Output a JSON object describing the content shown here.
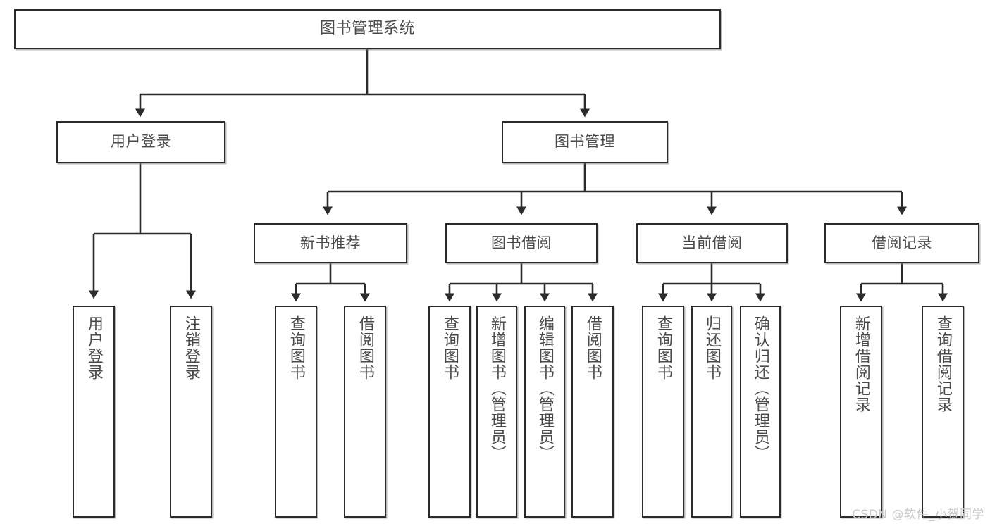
{
  "diagram": {
    "title": "图书管理系统",
    "type": "tree",
    "watermark": "CSDN @软件_小贺同学",
    "colors": {
      "stroke": "#2b2b2b",
      "text": "#4a4a4a",
      "background": "#ffffff",
      "watermark": "#c9c9c9"
    },
    "root": {
      "label": "图书管理系统"
    },
    "level2": [
      {
        "label": "用户登录"
      },
      {
        "label": "图书管理"
      }
    ],
    "level3": [
      {
        "label": "新书推荐"
      },
      {
        "label": "图书借阅"
      },
      {
        "label": "当前借阅"
      },
      {
        "label": "借阅记录"
      }
    ],
    "leaves": {
      "user_login": [
        {
          "label": "用户登录"
        },
        {
          "label": "注销登录"
        }
      ],
      "new_book_rec": [
        {
          "label": "查询图书"
        },
        {
          "label": "借阅图书"
        }
      ],
      "book_borrow": [
        {
          "label": "查询图书"
        },
        {
          "label": "新增图书（管理员）"
        },
        {
          "label": "编辑图书（管理员）"
        },
        {
          "label": "借阅图书"
        }
      ],
      "current_borrow": [
        {
          "label": "查询图书"
        },
        {
          "label": "归还图书"
        },
        {
          "label": "确认归还（管理员）"
        }
      ],
      "borrow_record": [
        {
          "label": "新增借阅记录"
        },
        {
          "label": "查询借阅记录"
        }
      ]
    }
  }
}
